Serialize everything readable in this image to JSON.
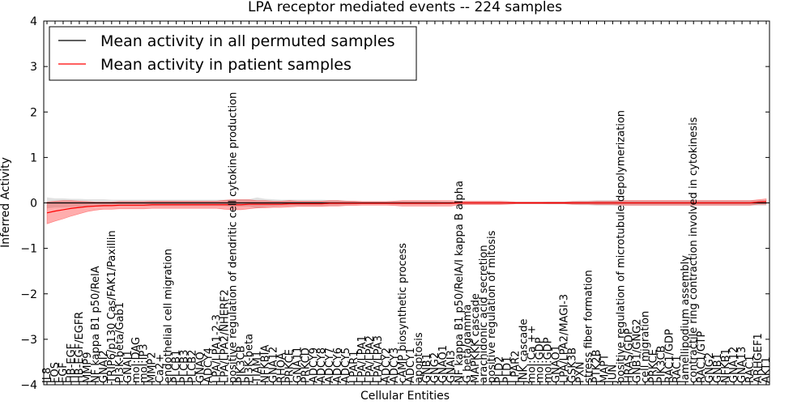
{
  "chart_data": {
    "type": "line",
    "title": "LPA receptor mediated events -- 224 samples",
    "xlabel": "Cellular Entities",
    "ylabel": "Inferred Activity",
    "ylim": [
      -4,
      4
    ],
    "yticks": [
      "−4",
      "−3",
      "−2",
      "−1",
      "0",
      "1",
      "2",
      "3",
      "4"
    ],
    "grid": false,
    "legend_position": "top-left",
    "categories": [
      "IL8",
      "FOS",
      "EGF",
      "HB-EGF",
      "HB-EGF/EGFR",
      "MMP9",
      "NF kappa B1 p50/RelA",
      "GNAI2",
      "TRIP6/p130 Cas/FAK1/Paxillin",
      "PI3K-beta/Gab1",
      "GNAI1",
      "mol:DAG",
      "mol:IP3",
      "MMP2",
      "Ca2+",
      "endothelial cell migration",
      "PLCB1",
      "PLCB3",
      "PLCB2",
      "GNAQ",
      "ADCY4",
      "LPA/LPA1-2-3",
      "LPA/LPA2/NHERF2",
      "positive regulation of dendritic cell cytokine production",
      "PIK3CB",
      "PI3K-beta",
      "TIAM1",
      "NFKBIA",
      "GNA12",
      "RHOA",
      "PRKCE",
      "GNA11",
      "PRKCD",
      "ADCY9",
      "ADCY8",
      "ADCY7",
      "ADCY6",
      "ADCY5",
      "LPAR1",
      "LPA/LPA1",
      "LPA/LPA2",
      "LPA/LPA3",
      "ADCY2",
      "ADCY3",
      "cAMP biosynthetic process",
      "ADCY1",
      "apoptosis",
      "GNB1",
      "GNG2",
      "GNAO1",
      "GNAI3",
      "NF kappa B1 p50/RelA/I kappa B alpha",
      "G beta/gamma",
      "MAPKKK cascade",
      "arachidonic acid secretion",
      "positive regulation of mitosis",
      "PLD2",
      "PLD1",
      "LPAR2",
      "JNK cascade",
      "mol:Ca ++",
      "mol:GDP",
      "mol:GDP",
      "GNAO1",
      "LPA/LPA2/MAGI-3",
      "GSK3B",
      "PXN",
      "stress fiber formation",
      "PTK2B",
      "MAPT",
      "JUN",
      "positive regulation of microtubule depolymerization",
      "HRAS/GDP",
      "GNB1/GNG2",
      "cell migration",
      "PRKCE",
      "PIK3CB",
      "RAC1/GDP",
      "RAC1",
      "lamellipodium assembly",
      "contractile ring contraction involved in cytokinesis",
      "RAC1/GTP",
      "GNG2",
      "GNB1",
      "NFKB1",
      "GNA12",
      "GNA13",
      "RAC1",
      "ARHGEF1",
      "AKT1"
    ],
    "series": [
      {
        "name": "Mean activity in all permuted samples",
        "color": "#000000",
        "values": [
          0.0,
          0.0,
          0.0,
          0.0,
          0.0,
          0.0,
          0.0,
          0.0,
          0.0,
          0.0,
          0.0,
          0.0,
          0.0,
          0.0,
          0.0,
          0.0,
          0.0,
          0.0,
          0.0,
          0.0,
          0.0,
          0.0,
          0.0,
          0.0,
          0.0,
          0.0,
          0.0,
          0.0,
          0.0,
          0.0,
          0.0,
          0.0,
          0.0,
          0.0,
          0.0,
          0.0,
          0.0,
          0.0,
          0.0,
          0.0,
          0.0,
          0.0,
          0.0,
          0.0,
          0.0,
          0.0,
          0.0,
          0.0,
          0.0,
          0.0,
          0.0,
          0.0,
          0.0,
          0.0,
          0.0,
          0.0,
          0.0,
          0.0,
          0.0,
          0.0,
          0.0,
          0.0,
          0.0,
          0.0,
          0.0,
          0.0,
          0.0,
          0.0,
          0.0,
          0.0,
          0.0,
          0.0,
          0.0,
          0.0,
          0.0,
          0.0,
          0.0,
          0.0,
          0.0,
          0.0,
          0.0,
          0.0,
          0.0,
          0.0,
          0.0,
          0.0,
          0.0,
          0.0,
          0.0,
          0.0
        ],
        "spread": [
          0.12,
          0.1,
          0.1,
          0.09,
          0.09,
          0.08,
          0.08,
          0.08,
          0.07,
          0.07,
          0.07,
          0.07,
          0.07,
          0.07,
          0.07,
          0.07,
          0.07,
          0.07,
          0.07,
          0.07,
          0.07,
          0.07,
          0.07,
          0.08,
          0.08,
          0.08,
          0.12,
          0.09,
          0.08,
          0.07,
          0.07,
          0.07,
          0.07,
          0.07,
          0.07,
          0.06,
          0.06,
          0.05,
          0.04,
          0.03,
          0.03,
          0.03,
          0.03,
          0.04,
          0.04,
          0.04,
          0.04,
          0.04,
          0.04,
          0.03,
          0.03,
          0.02,
          0.02,
          0.02,
          0.02,
          0.02,
          0.02,
          0.02,
          0.02,
          0.02,
          0.02,
          0.02,
          0.03,
          0.03,
          0.03,
          0.04,
          0.05,
          0.05,
          0.06,
          0.06,
          0.06,
          0.06,
          0.06,
          0.06,
          0.06,
          0.06,
          0.06,
          0.06,
          0.06,
          0.06,
          0.06,
          0.06,
          0.06,
          0.06,
          0.06,
          0.06,
          0.06,
          0.06,
          0.06,
          0.06
        ]
      },
      {
        "name": "Mean activity in patient samples",
        "color": "#ff0000",
        "values": [
          -0.22,
          -0.18,
          -0.15,
          -0.12,
          -0.1,
          -0.08,
          -0.07,
          -0.06,
          -0.06,
          -0.05,
          -0.05,
          -0.05,
          -0.05,
          -0.04,
          -0.04,
          -0.04,
          -0.04,
          -0.04,
          -0.04,
          -0.04,
          -0.04,
          -0.04,
          -0.04,
          -0.04,
          -0.04,
          -0.03,
          -0.03,
          -0.03,
          -0.03,
          -0.03,
          -0.02,
          -0.02,
          -0.02,
          -0.02,
          -0.02,
          -0.01,
          -0.01,
          -0.01,
          -0.01,
          -0.01,
          -0.01,
          -0.01,
          -0.01,
          -0.01,
          -0.01,
          -0.01,
          -0.01,
          -0.01,
          -0.01,
          -0.01,
          -0.01,
          0.0,
          0.0,
          0.0,
          0.0,
          0.0,
          0.0,
          0.0,
          0.0,
          0.0,
          0.0,
          0.0,
          0.0,
          0.0,
          0.0,
          0.0,
          0.0,
          0.0,
          0.0,
          0.0,
          0.0,
          0.0,
          0.0,
          0.0,
          0.0,
          0.0,
          0.0,
          0.0,
          0.0,
          0.0,
          0.0,
          0.0,
          0.0,
          0.0,
          0.0,
          0.0,
          0.0,
          0.0,
          0.02,
          0.03
        ],
        "spread": [
          0.24,
          0.22,
          0.2,
          0.17,
          0.14,
          0.11,
          0.09,
          0.08,
          0.08,
          0.08,
          0.08,
          0.08,
          0.08,
          0.08,
          0.08,
          0.08,
          0.08,
          0.08,
          0.08,
          0.08,
          0.08,
          0.08,
          0.1,
          0.11,
          0.11,
          0.1,
          0.08,
          0.08,
          0.07,
          0.07,
          0.07,
          0.06,
          0.06,
          0.06,
          0.06,
          0.06,
          0.06,
          0.05,
          0.05,
          0.04,
          0.04,
          0.04,
          0.04,
          0.05,
          0.06,
          0.06,
          0.06,
          0.06,
          0.06,
          0.06,
          0.06,
          0.04,
          0.04,
          0.04,
          0.04,
          0.04,
          0.04,
          0.03,
          0.02,
          0.02,
          0.02,
          0.02,
          0.02,
          0.02,
          0.02,
          0.03,
          0.03,
          0.03,
          0.04,
          0.04,
          0.04,
          0.05,
          0.05,
          0.05,
          0.05,
          0.05,
          0.05,
          0.05,
          0.05,
          0.05,
          0.05,
          0.05,
          0.05,
          0.05,
          0.05,
          0.05,
          0.05,
          0.05,
          0.05,
          0.06
        ]
      }
    ]
  }
}
